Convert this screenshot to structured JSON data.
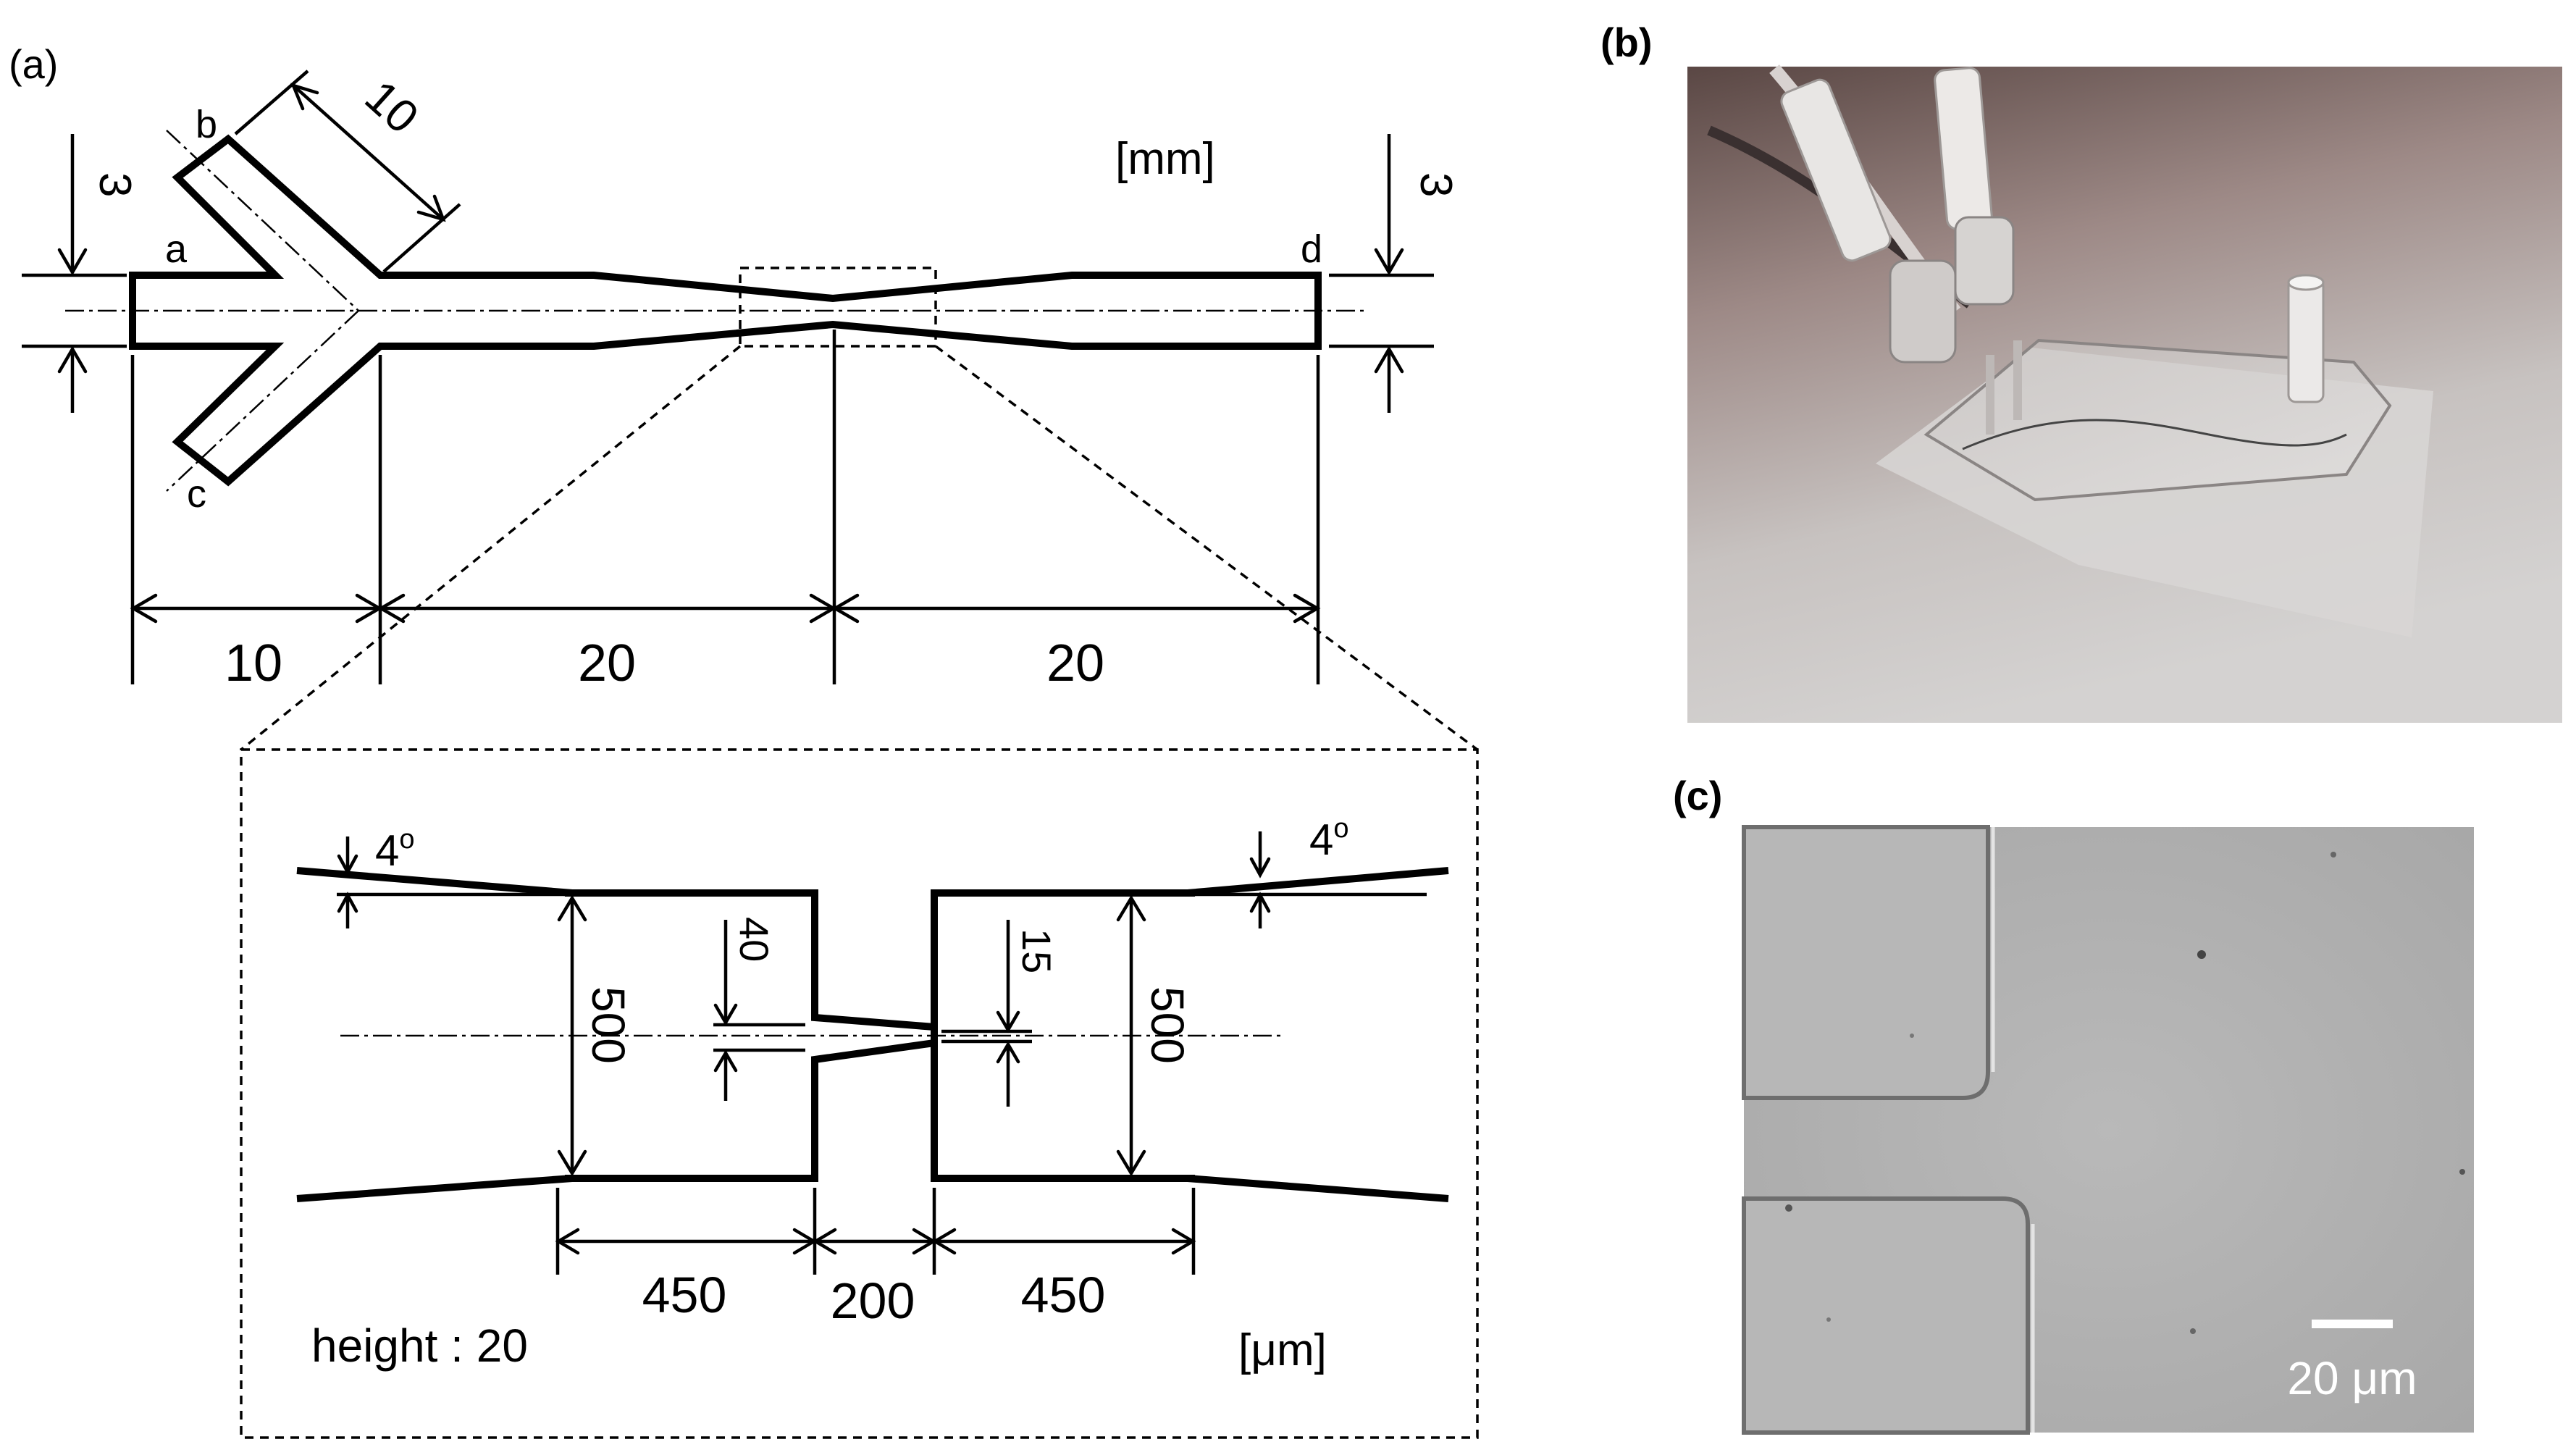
{
  "panels": {
    "a_label": "(a)",
    "b_label": "(b)",
    "c_label": "(c)"
  },
  "main_drawing": {
    "unit": "[mm]",
    "dim_inlet_width_left": "3",
    "dim_inlet_width_right": "3",
    "dim_branch_length": "10",
    "dim_segment_1": "10",
    "dim_segment_2": "20",
    "dim_segment_3": "20",
    "point_a": "a",
    "point_b": "b",
    "point_c": "c",
    "point_d": "d"
  },
  "detail_drawing": {
    "unit": "[μm]",
    "angle_left": "4",
    "angle_right": "4",
    "angle_symbol": "o",
    "width_left": "500",
    "width_right": "500",
    "constriction_in": "40",
    "constriction_out": "15",
    "len_left": "450",
    "len_mid": "200",
    "len_right": "450",
    "height_note": "height : 20"
  },
  "micrograph": {
    "scale_bar_label": "20 μm"
  },
  "colors": {
    "photo_bg_top": "#6b5552",
    "photo_bg_bottom": "#c9c6c4",
    "micro_bg": "#bdbdbd",
    "micro_channel": "#a9a9a9"
  }
}
